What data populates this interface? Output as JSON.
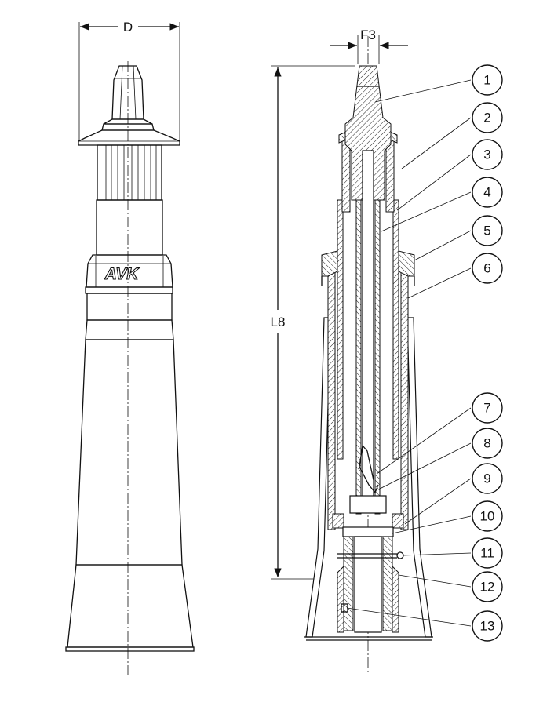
{
  "dimensions": {
    "d_label": "D",
    "f3_label": "F3",
    "l8_label": "L8"
  },
  "logo_text": "AVK",
  "callouts": [
    "1",
    "2",
    "3",
    "4",
    "5",
    "6",
    "7",
    "8",
    "9",
    "10",
    "11",
    "12",
    "13"
  ]
}
